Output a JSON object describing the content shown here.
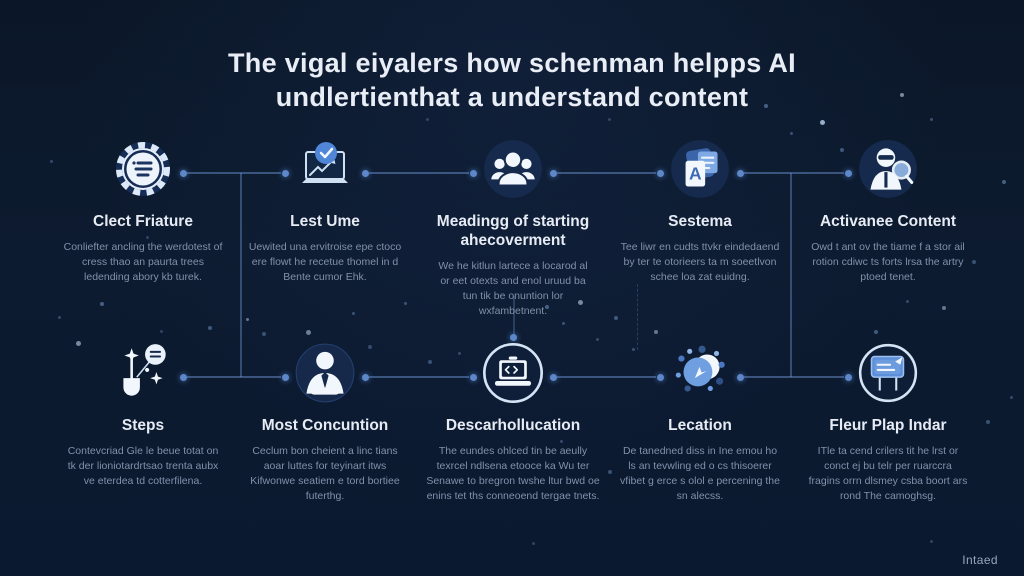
{
  "title": {
    "line1": "The vigal eiyalers how schenman helpps AI",
    "line2": "undlertienthat a understand content"
  },
  "footer": {
    "label": "Intaed"
  },
  "colors": {
    "background": "#0c1a2e",
    "accent": "#5b8fd9",
    "title_text": "#e9eef6",
    "description_text": "#8290a9",
    "connector": "#5d87c8"
  },
  "rows": [
    {
      "items": [
        {
          "icon": "gear-list-icon",
          "title": "Clect Friature",
          "description": "Conliefter ancling the werdotest of cress thao an paurta trees ledending abory kb turek."
        },
        {
          "icon": "laptop-chart-icon",
          "title": "Lest Ume",
          "description": "Uewited una ervitroise epe ctoco ere flowt he recetue thomel in d Bente cumor Ehk."
        },
        {
          "icon": "people-group-icon",
          "title": "Meadingg of starting ahecoverment",
          "description": "We he kitlun lartece a locarod al or eet otexts and enol uruud ba tun tik be onuntion lor wxfambetnent."
        },
        {
          "icon": "documents-a-icon",
          "title": "Sestema",
          "description": "Tee liwr en cudts ttvkr eindedaend by ter te otorieers ta m soeetlvon schee loa zat euidng."
        },
        {
          "icon": "person-magnifier-icon",
          "title": "Activanee Content",
          "description": "Owd t ant ov the tiame f a stor ail rotion cdiwc ts forts lrsa the artry ptoed tenet."
        }
      ]
    },
    {
      "items": [
        {
          "icon": "trowel-sparkle-icon",
          "title": "Steps",
          "description": "Contevcriad Gle le beue totat on tk der lioniotardrtsao trenta aubx ve eterdea td cotterfilena."
        },
        {
          "icon": "person-tie-icon",
          "title": "Most Concuntion",
          "description": "Ceclum bon cheient a linc tians aoar luttes for teyinart itws Kifwonwe seatiem e tord bortiee futerthg."
        },
        {
          "icon": "laptop-code-icon",
          "title": "Descarhollucation",
          "description": "The eundes ohlced tin be aeully texrcel ndlsena etooce ka Wu ter Senawe to bregron twshe ltur bwd oe enins tet ths conneoend tergae tnets."
        },
        {
          "icon": "dots-cluster-icon",
          "title": "Lecation",
          "description": "De tanedned diss in Ine emou ho ls an tevwling ed o cs thisoerer vfibet g erce s olol e percening the sn alecss."
        },
        {
          "icon": "board-flag-icon",
          "title": "Fleur Plap Indar",
          "description": "ITle ta cend crilers tit he lrst or conct ej bu telr per ruarccra fragins orrn dlsmey csba boort ars rond The camoghsg."
        }
      ]
    }
  ]
}
